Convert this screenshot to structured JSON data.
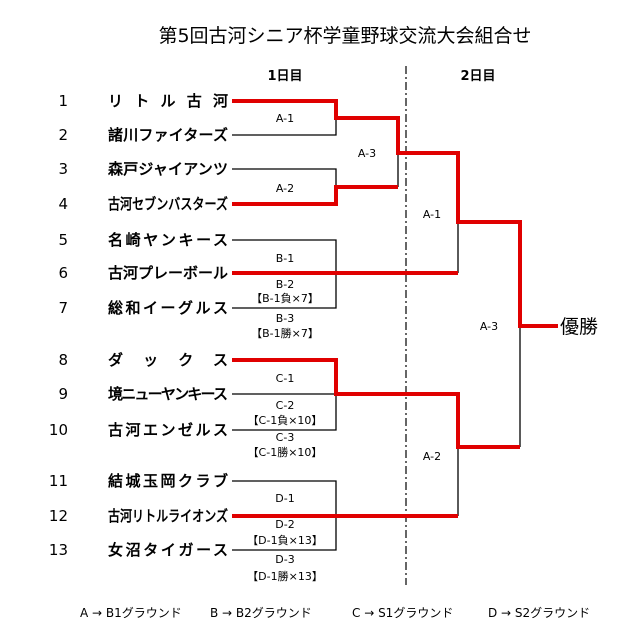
{
  "title": "第5回古河シニア杯学童野球交流大会組合せ",
  "days": [
    "1日目",
    "2日目"
  ],
  "teams": [
    {
      "num": "1",
      "name": "リトル古河"
    },
    {
      "num": "2",
      "name": "諸川ファイターズ"
    },
    {
      "num": "3",
      "name": "森戸ジャイアンツ"
    },
    {
      "num": "4",
      "name": "古河セブンバスターズ"
    },
    {
      "num": "5",
      "name": "名崎ヤンキース"
    },
    {
      "num": "6",
      "name": "古河プレーボール"
    },
    {
      "num": "7",
      "name": "総和イーグルス"
    },
    {
      "num": "8",
      "name": "ダックス"
    },
    {
      "num": "9",
      "name": "境ニューヤンキース"
    },
    {
      "num": "10",
      "name": "古河エンゼルス"
    },
    {
      "num": "11",
      "name": "結城玉岡クラブ"
    },
    {
      "num": "12",
      "name": "古河リトルライオンズ"
    },
    {
      "num": "13",
      "name": "女沼タイガース"
    }
  ],
  "day1_games": {
    "a1": "A-1",
    "a2": "A-2",
    "a3": "A-3",
    "b1": "B-1",
    "b2": "B-2",
    "b2_note": "【B-1負×7】",
    "b3": "B-3",
    "b3_note": "【B-1勝×7】",
    "c1": "C-1",
    "c2": "C-2",
    "c2_note": "【C-1負×10】",
    "c3": "C-3",
    "c3_note": "【C-1勝×10】",
    "d1": "D-1",
    "d2": "D-2",
    "d2_note": "【D-1負×13】",
    "d3": "D-3",
    "d3_note": "【D-1勝×13】"
  },
  "day2_games": {
    "a1": "A-1",
    "a2": "A-2",
    "a3": "A-3"
  },
  "champion_label": "優勝",
  "grounds": [
    "A → B1グラウンド",
    "B → B2グラウンド",
    "C → S1グラウンド",
    "D → S2グラウンド"
  ],
  "colors": {
    "winner_line": "#e00000",
    "line": "#000000"
  }
}
